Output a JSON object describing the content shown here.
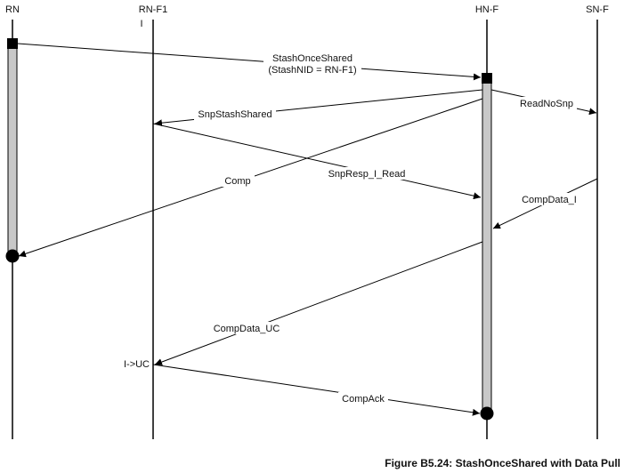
{
  "colors": {
    "line": "#000000",
    "activation_fill": "#c8c8c8",
    "text": "#111111"
  },
  "lifelines": {
    "rn": {
      "label": "RN"
    },
    "rnf1": {
      "label": "RN-F1",
      "state": "I"
    },
    "hnf": {
      "label": "HN-F"
    },
    "snf": {
      "label": "SN-F"
    }
  },
  "messages": {
    "stash_once_shared": {
      "label": "StashOnceShared",
      "sublabel": "(StashNID = RN-F1)"
    },
    "snp_stash_shared": {
      "label": "SnpStashShared"
    },
    "read_no_snp": {
      "label": "ReadNoSnp"
    },
    "comp": {
      "label": "Comp"
    },
    "snp_resp": {
      "label": "SnpResp_I_Read"
    },
    "comp_data_i": {
      "label": "CompData_I"
    },
    "comp_data_uc": {
      "label": "CompData_UC"
    },
    "comp_ack": {
      "label": "CompAck"
    }
  },
  "state_change": {
    "label": "I->UC"
  },
  "caption": {
    "text": "Figure B5.24: StashOnceShared with Data Pull"
  }
}
